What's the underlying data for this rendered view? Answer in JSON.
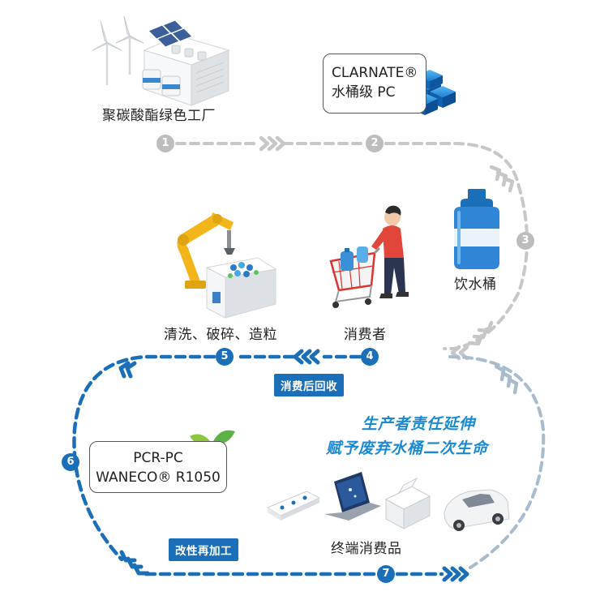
{
  "steps": [
    {
      "num": "1",
      "label": "聚碳酸酯绿色工厂"
    },
    {
      "num": "2",
      "label_line1": "CLARNATE®",
      "label_line2": "水桶级 PC"
    },
    {
      "num": "3",
      "label": "饮水桶"
    },
    {
      "num": "4",
      "label": "消费者"
    },
    {
      "num": "5",
      "label": "清洗、破碎、造粒"
    },
    {
      "num": "6",
      "label_line1": "PCR-PC",
      "label_line2": "WANECO® R1050"
    },
    {
      "num": "7",
      "label": "终端消费品"
    }
  ],
  "badges": {
    "recycle": "消费后回收",
    "reprocess": "改性再加工"
  },
  "slogan": {
    "line1": "生产者责任延伸",
    "line2": "赋予废弃水桶二次生命"
  },
  "colors": {
    "gray_path": "#c7c7c7",
    "blue_path": "#1b6fb8",
    "accent": "#1a8ad4",
    "arm_yellow": "#f2b61b"
  }
}
